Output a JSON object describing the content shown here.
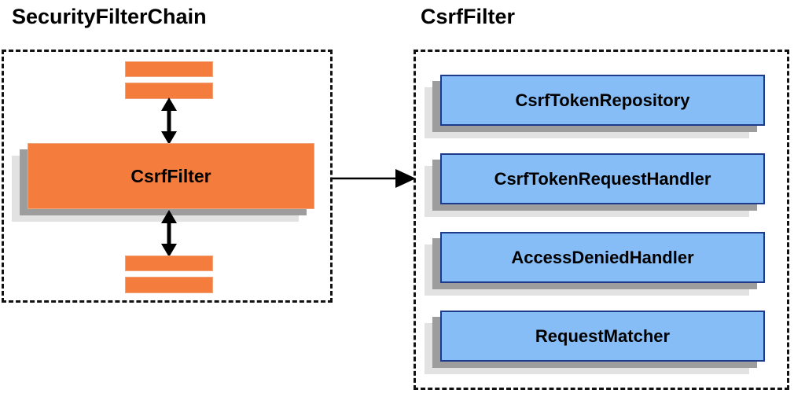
{
  "diagram": {
    "background_color": "#ffffff",
    "orange_color": "#f47c3c",
    "orange_border_color": "#f0a378",
    "blue_color": "#87bdf7",
    "blue_border_color": "#1e3a8a",
    "shadow_near_color": "#9d9d9d",
    "shadow_far_color": "#e2e2e2",
    "dash_border_color": "#111111",
    "arrow_color": "#000000"
  },
  "panels": [
    {
      "id": "securityfilterchain",
      "title": "SecurityFilterChain",
      "nodes": [
        {
          "id": "filter-above-1",
          "label": "",
          "type": "orange-bar"
        },
        {
          "id": "filter-above-2",
          "label": "",
          "type": "orange-bar"
        },
        {
          "id": "csrffilter",
          "label": "CsrfFilter",
          "type": "orange-node"
        },
        {
          "id": "filter-below-1",
          "label": "",
          "type": "orange-bar"
        },
        {
          "id": "filter-below-2",
          "label": "",
          "type": "orange-bar"
        }
      ],
      "connectors": [
        {
          "id": "above-to-csrffilter",
          "type": "double-headed-vertical-arrow"
        },
        {
          "id": "csrffilter-to-below",
          "type": "double-headed-vertical-arrow"
        }
      ]
    },
    {
      "id": "csrffilter",
      "title": "CsrfFilter",
      "nodes": [
        {
          "id": "csrftokenrepository",
          "label": "CsrfTokenRepository",
          "type": "blue-node"
        },
        {
          "id": "csrftokenrequesthandler",
          "label": "CsrfTokenRequestHandler",
          "type": "blue-node"
        },
        {
          "id": "accessdeniedhandler",
          "label": "AccessDeniedHandler",
          "type": "blue-node"
        },
        {
          "id": "requestmatcher",
          "label": "RequestMatcher",
          "type": "blue-node"
        }
      ]
    }
  ],
  "cross_panel_connector": {
    "id": "securityfilterchain-to-csrffilter",
    "type": "single-headed-horizontal-arrow",
    "from": "csrffilter",
    "to": "csrffilter-panel"
  }
}
